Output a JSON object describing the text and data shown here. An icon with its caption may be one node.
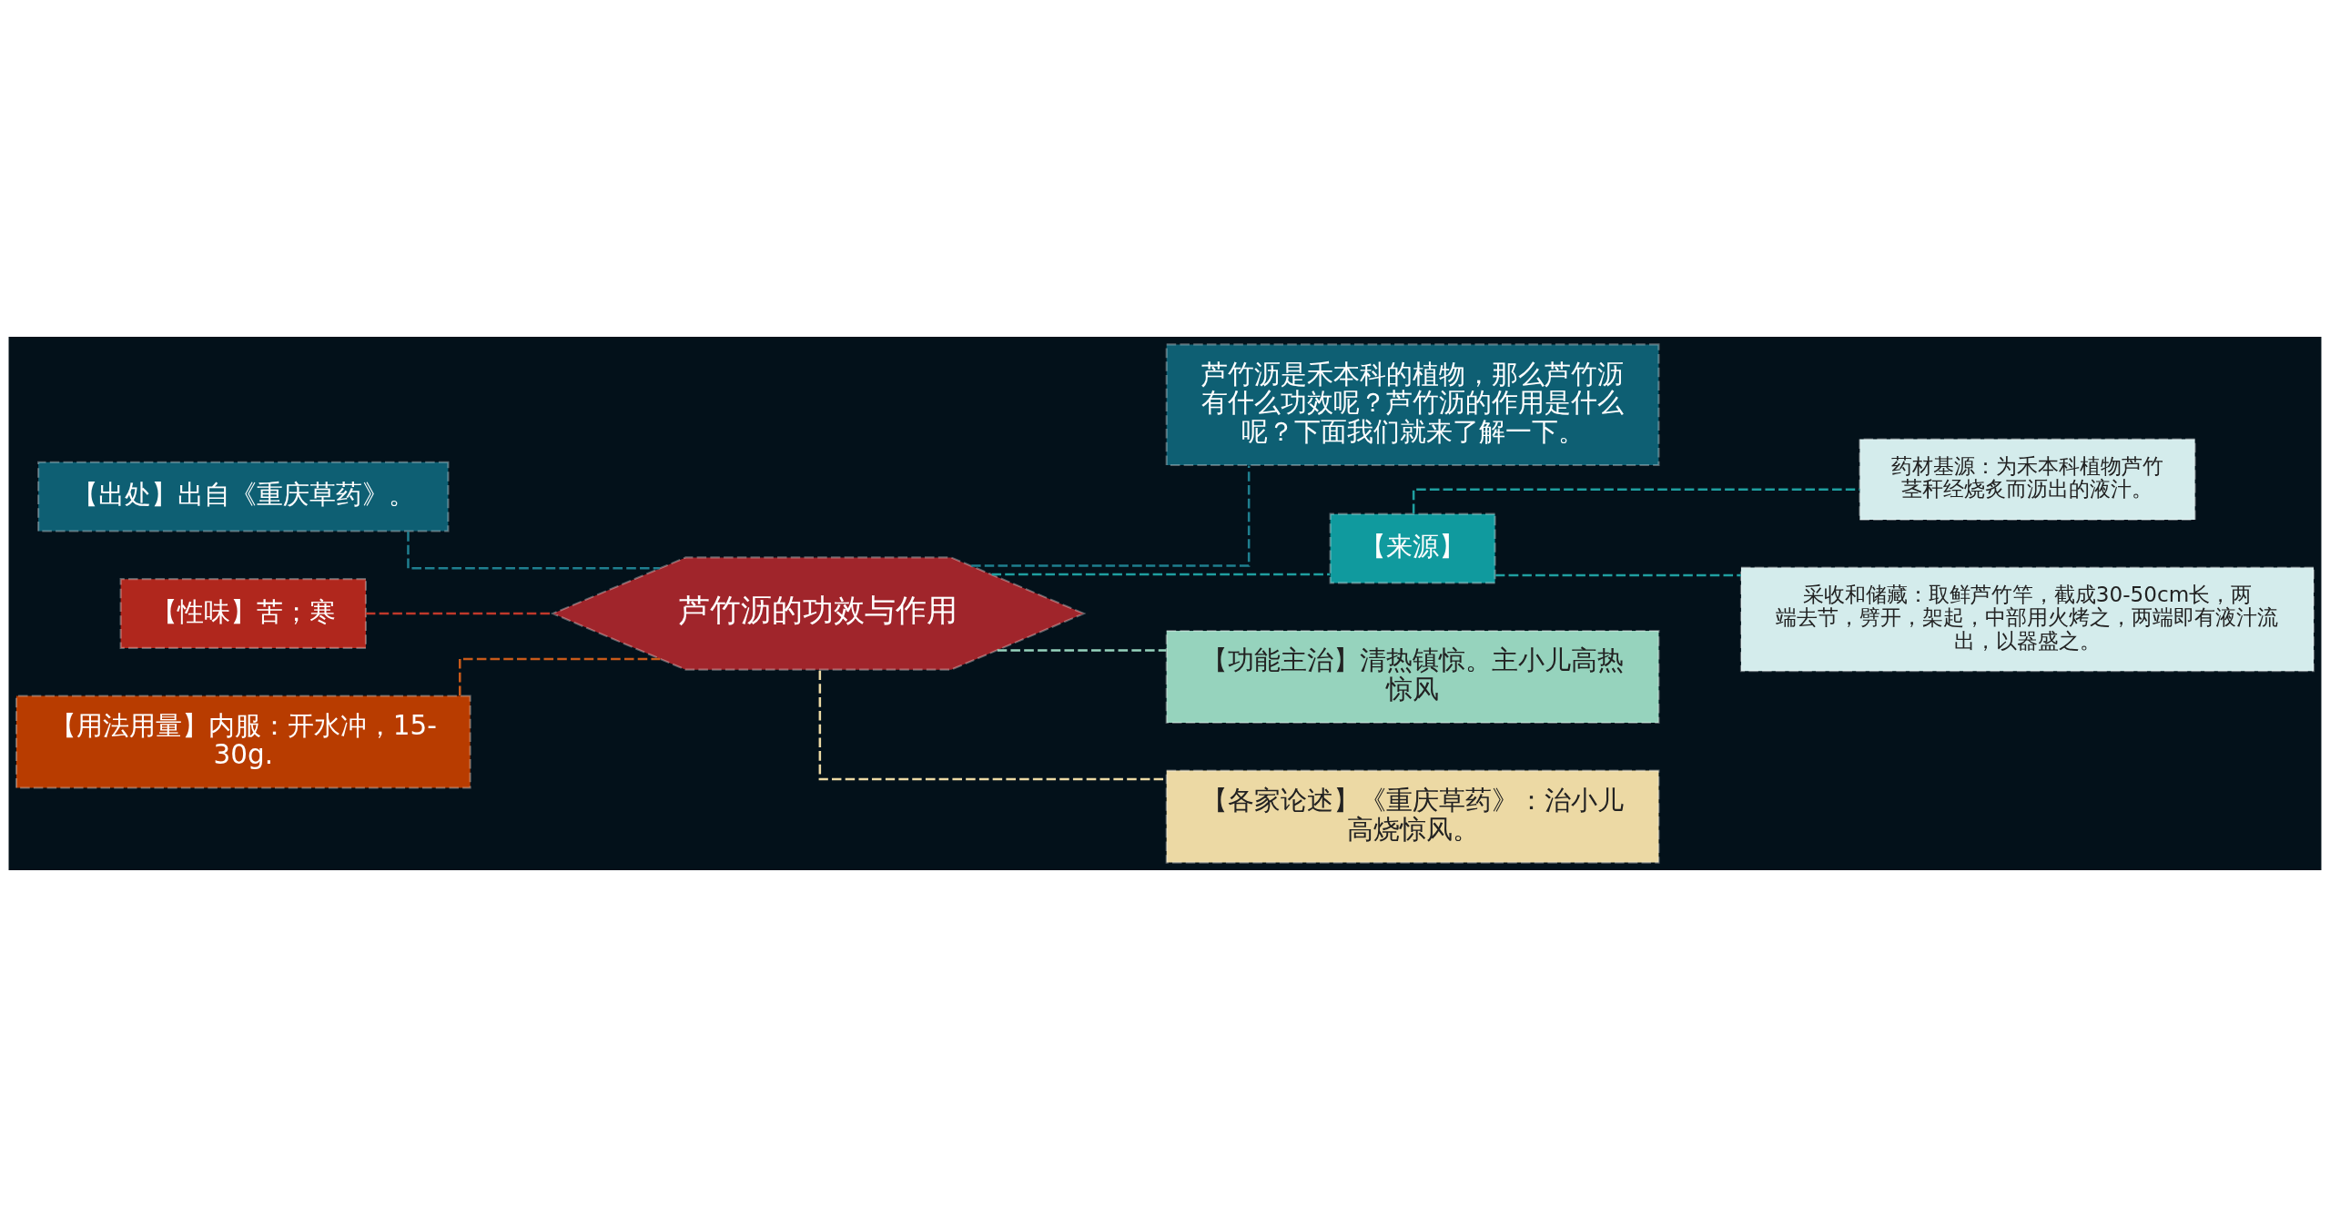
{
  "diagram": {
    "nodes": [
      {
        "text": [
          "芦竹沥的功效与作用"
        ]
      },
      {
        "text": [
          "【出处】出自《重庆草药》。"
        ]
      },
      {
        "text": [
          "【性味】苦；寒"
        ]
      },
      {
        "text": [
          "【用法用量】内服：开水冲，15-30g."
        ]
      },
      {
        "text": [
          "芦竹沥是禾本科的植物，那么芦竹沥有什么功效呢？芦竹沥的作用是什么呢？下面我们就来了解一下。"
        ]
      },
      {
        "text": [
          "【来源】"
        ]
      },
      {
        "text": [
          "药材基源：为禾本科植物芦竹茎秆经烧炙而沥出的液汁。"
        ]
      },
      {
        "text": [
          "采收和储藏：取鲜芦竹竿，截成30-50cm长，两端去节，劈开，架起，中部用火烤之，两端即有液汁流出，以器盛之。"
        ]
      },
      {
        "text": [
          "【功能主治】清热镇惊。主小儿高热惊风"
        ]
      },
      {
        "text": [
          "【各家论述】《重庆草药》：治小儿高烧惊风。"
        ]
      }
    ],
    "edges": [
      {
        "from": 0,
        "to": 1,
        "arrow": "none",
        "style": "dashed",
        "color": "#1f7f8f"
      },
      {
        "from": 0,
        "to": 2,
        "arrow": "none",
        "style": "dashed",
        "color": "#c0392b"
      },
      {
        "from": 0,
        "to": 3,
        "arrow": "none",
        "style": "dashed",
        "color": "#c85a1a"
      },
      {
        "from": 0,
        "to": 4,
        "arrow": "none",
        "style": "dashed",
        "color": "#1f7f8f"
      },
      {
        "from": 0,
        "to": 5,
        "arrow": "none",
        "style": "dashed",
        "color": "#1f9fa0"
      },
      {
        "from": 5,
        "to": 6,
        "arrow": "none",
        "style": "dashed",
        "color": "#1f9fa0"
      },
      {
        "from": 5,
        "to": 7,
        "arrow": "none",
        "style": "dashed",
        "color": "#1f9fa0"
      },
      {
        "from": 0,
        "to": 8,
        "arrow": "none",
        "style": "dashed",
        "color": "#96d3bd"
      },
      {
        "from": 0,
        "to": 9,
        "arrow": "none",
        "style": "dashed",
        "color": "#ecd9a4"
      }
    ]
  }
}
